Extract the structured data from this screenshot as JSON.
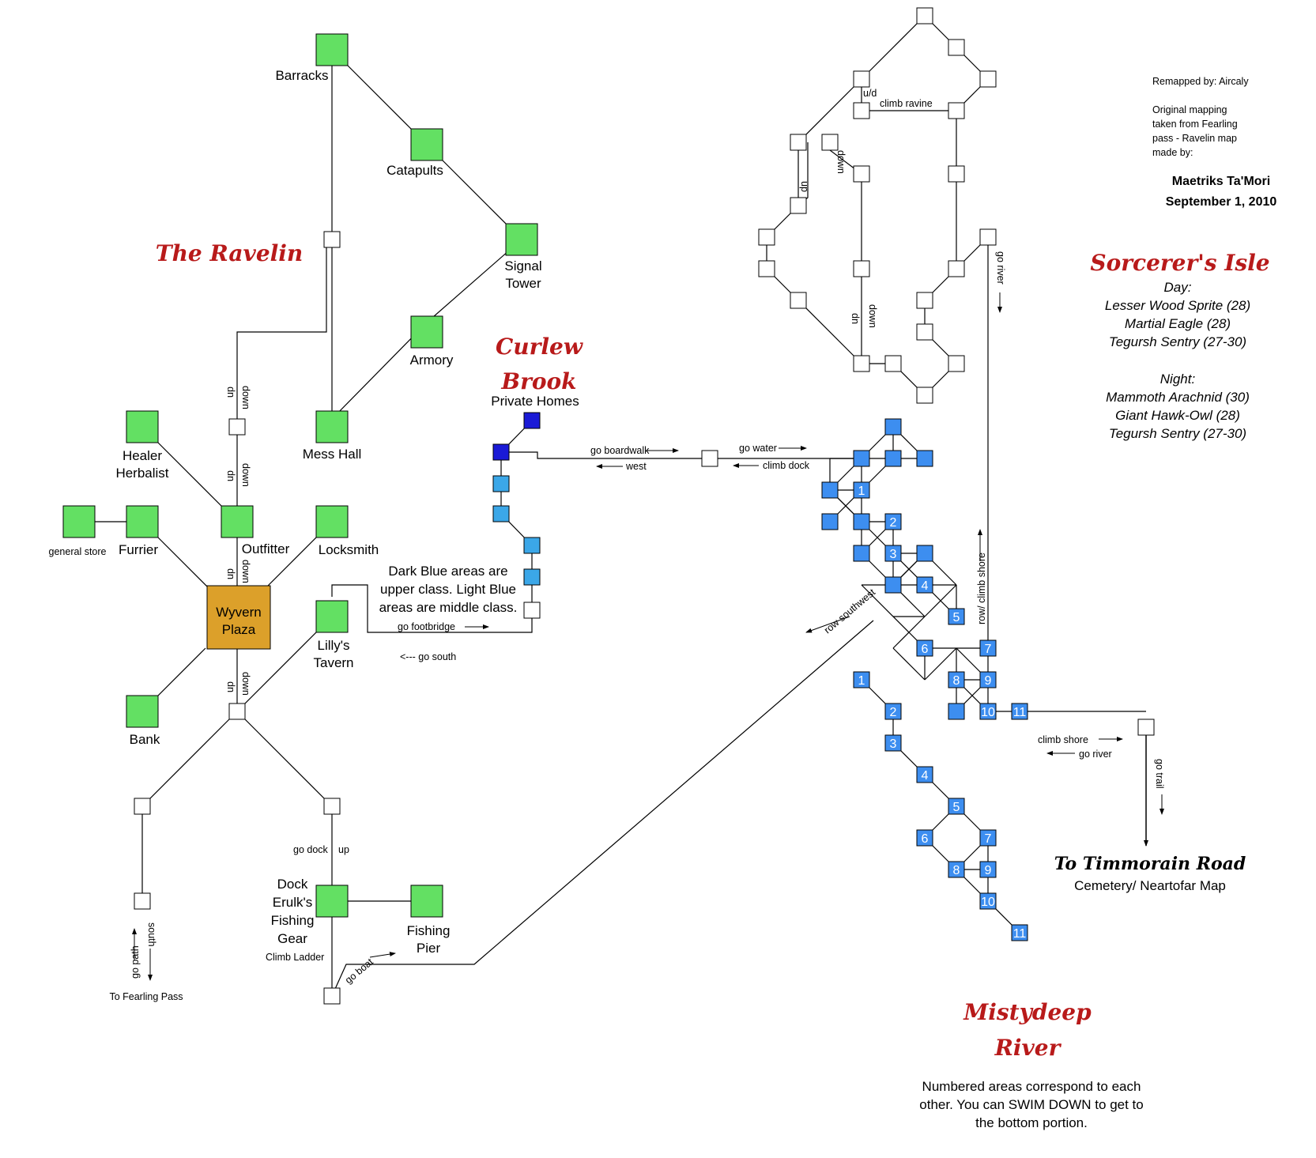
{
  "colors": {
    "building": "#63e063",
    "plaza": "#dca02a",
    "junction": "#ffffff",
    "upper_class": "#1a1ad6",
    "middle_class": "#3ba7e8",
    "river": "#3d8ef0",
    "region_title": "#b81a1a",
    "line": "#000000"
  },
  "credits": {
    "remapped_by": "Remapped by: Aircaly",
    "original_line1": "Original mapping",
    "original_line2": "taken from Fearling",
    "original_line3": "pass - Ravelin map",
    "original_line4": "made by:",
    "author": "Maetriks Ta'Mori",
    "date": "September 1, 2010"
  },
  "regions": {
    "ravelin": "The Ravelin",
    "curlew_line1": "Curlew",
    "curlew_line2": "Brook",
    "sorcerers": "Sorcerer's Isle",
    "misty_line1": "Mistydeep",
    "misty_line2": "River",
    "timmorain": "To Timmorain Road"
  },
  "mobs": {
    "day_label": "Day:",
    "day": [
      "Lesser Wood Sprite (28)",
      "Martial Eagle (28)",
      "Tegursh Sentry (27-30)"
    ],
    "night_label": "Night:",
    "night": [
      "Mammoth Arachnid (30)",
      "Giant Hawk-Owl (28)",
      "Tegursh Sentry (27-30)"
    ]
  },
  "buildings": {
    "barracks": "Barracks",
    "catapults": "Catapults",
    "signal_tower_1": "Signal",
    "signal_tower_2": "Tower",
    "armory": "Armory",
    "mess_hall": "Mess Hall",
    "healer_1": "Healer",
    "healer_2": "Herbalist",
    "general_store": "general store",
    "furrier": "Furrier",
    "outfitter": "Outfitter",
    "locksmith": "Locksmith",
    "plaza_1": "Wyvern",
    "plaza_2": "Plaza",
    "tavern_1": "Lilly's",
    "tavern_2": "Tavern",
    "bank": "Bank",
    "dock_1": "Dock",
    "dock_2": "Erulk's",
    "dock_3": "Fishing",
    "dock_4": "Gear",
    "pier_1": "Fishing",
    "pier_2": "Pier",
    "private_homes": "Private Homes"
  },
  "notes": {
    "blue_1": "Dark Blue areas are",
    "blue_2": "upper class. Light Blue",
    "blue_3": "areas are middle class.",
    "numbered_1": "Numbered areas correspond to each",
    "numbered_2": "other. You can SWIM DOWN to get to",
    "numbered_3": "the bottom portion.",
    "cemetery": "Cemetery/ Neartofar Map",
    "fearling": "To Fearling Pass"
  },
  "labels": {
    "down": "down",
    "up": "up",
    "go_boardwalk": "go boardwalk",
    "west": "west",
    "go_water": "go water",
    "climb_dock": "climb dock",
    "go_footbridge": "go footbridge",
    "go_south": "<--- go south",
    "go_dock": "go dock",
    "climb_ladder": "Climb Ladder",
    "go_boat": "go boat",
    "go_path": "go path",
    "south": "south",
    "row_southwest": "row southwest",
    "row_climb_shore": "row/ climb shore",
    "climb_shore": "climb shore",
    "go_river": "go river",
    "go_trail": "go trail",
    "climb_ravine": "climb ravine",
    "ud": "u/d",
    "dn": "dn"
  },
  "river_numbers": [
    "1",
    "2",
    "3",
    "4",
    "5",
    "6",
    "7",
    "8",
    "9",
    "10",
    "11"
  ]
}
